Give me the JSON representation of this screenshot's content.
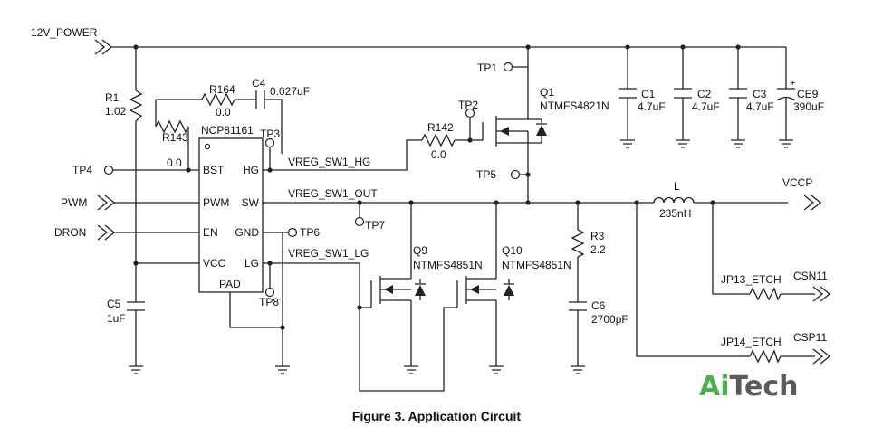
{
  "nets": {
    "power_in": "12V_POWER",
    "pwm": "PWM",
    "dron": "DRON",
    "vccp": "VCCP",
    "csn": "CSN11",
    "csp": "CSP11",
    "hg_net": "VREG_SW1_HG",
    "sw_net": "VREG_SW1_OUT",
    "lg_net": "VREG_SW1_LG"
  },
  "ic": {
    "name": "NCP81161",
    "pins": {
      "bst": "BST",
      "pwm": "PWM",
      "en": "EN",
      "vcc": "VCC",
      "pad": "PAD",
      "hg": "HG",
      "sw": "SW",
      "gnd": "GND",
      "lg": "LG"
    }
  },
  "test_points": {
    "tp1": "TP1",
    "tp2": "TP2",
    "tp3": "TP3",
    "tp4": "TP4",
    "tp5": "TP5",
    "tp6": "TP6",
    "tp7": "TP7",
    "tp8": "TP8"
  },
  "components": {
    "r1": {
      "ref": "R1",
      "value": "1.02"
    },
    "r164": {
      "ref": "R164",
      "value": "0.0"
    },
    "r143": {
      "ref": "R143",
      "value": "0.0"
    },
    "r142": {
      "ref": "R142",
      "value": "0.0"
    },
    "r3": {
      "ref": "R3",
      "value": "2.2"
    },
    "c4": {
      "ref": "C4",
      "value": "0.027uF"
    },
    "c5": {
      "ref": "C5",
      "value": "1uF"
    },
    "c6": {
      "ref": "C6",
      "value": "2700pF"
    },
    "c1": {
      "ref": "C1",
      "value": "4.7uF"
    },
    "c2": {
      "ref": "C2",
      "value": "4.7uF"
    },
    "c3": {
      "ref": "C3",
      "value": "4.7uF"
    },
    "ce9": {
      "ref": "CE9",
      "value": "390uF",
      "polarity": "+"
    },
    "q1": {
      "ref": "Q1",
      "part": "NTMFS4821N"
    },
    "q9": {
      "ref": "Q9",
      "part": "NTMFS4851N"
    },
    "q10": {
      "ref": "Q10",
      "part": "NTMFS4851N"
    },
    "l": {
      "ref": "L",
      "value": "235nH"
    },
    "jp13": {
      "ref": "JP13_ETCH"
    },
    "jp14": {
      "ref": "JP14_ETCH"
    }
  },
  "caption": "Figure 3. Application Circuit",
  "watermark": {
    "part1": "Ai",
    "part2": "Tech",
    "color1": "#4caf50",
    "color2": "#5a5a5a"
  }
}
